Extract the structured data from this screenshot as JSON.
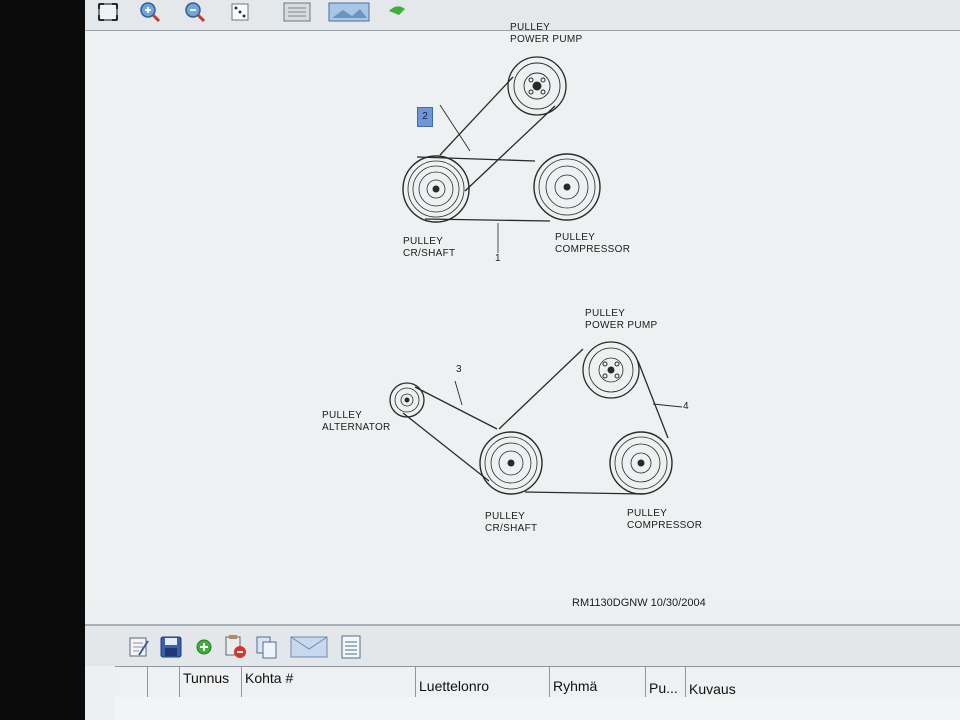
{
  "top_toolbar": {
    "icons": [
      "fit-page-icon",
      "zoom-in-icon",
      "zoom-out-icon",
      "dice-icon",
      "document-icon",
      "picture-icon",
      "arrow-icon"
    ]
  },
  "diagram": {
    "upper": {
      "power_pump": "PULLEY\nPOWER PUMP",
      "crankshaft": "PULLEY\nCR/SHAFT",
      "compressor": "PULLEY\nCOMPRESSOR",
      "callout_1": "1",
      "callout_2": "2"
    },
    "lower": {
      "power_pump": "PULLEY\nPOWER PUMP",
      "alternator": "PULLEY\nALTERNATOR",
      "crankshaft": "PULLEY\nCR/SHAFT",
      "compressor": "PULLEY\nCOMPRESSOR",
      "callout_3": "3",
      "callout_4": "4"
    },
    "reference": "RM1130DGNW  10/30/2004"
  },
  "bottom_toolbar": {
    "icons": [
      "edit-icon",
      "save-icon",
      "add-icon",
      "delete-icon",
      "copy-icon",
      "email-icon",
      "list-icon"
    ]
  },
  "table": {
    "columns": [
      "Tunnus",
      "Kohta #",
      "Luettelonro",
      "Ryhmä",
      "Pu...",
      "Kuvaus"
    ]
  },
  "colors": {
    "accent": "#6f97d6",
    "background": "#edf0f2"
  }
}
